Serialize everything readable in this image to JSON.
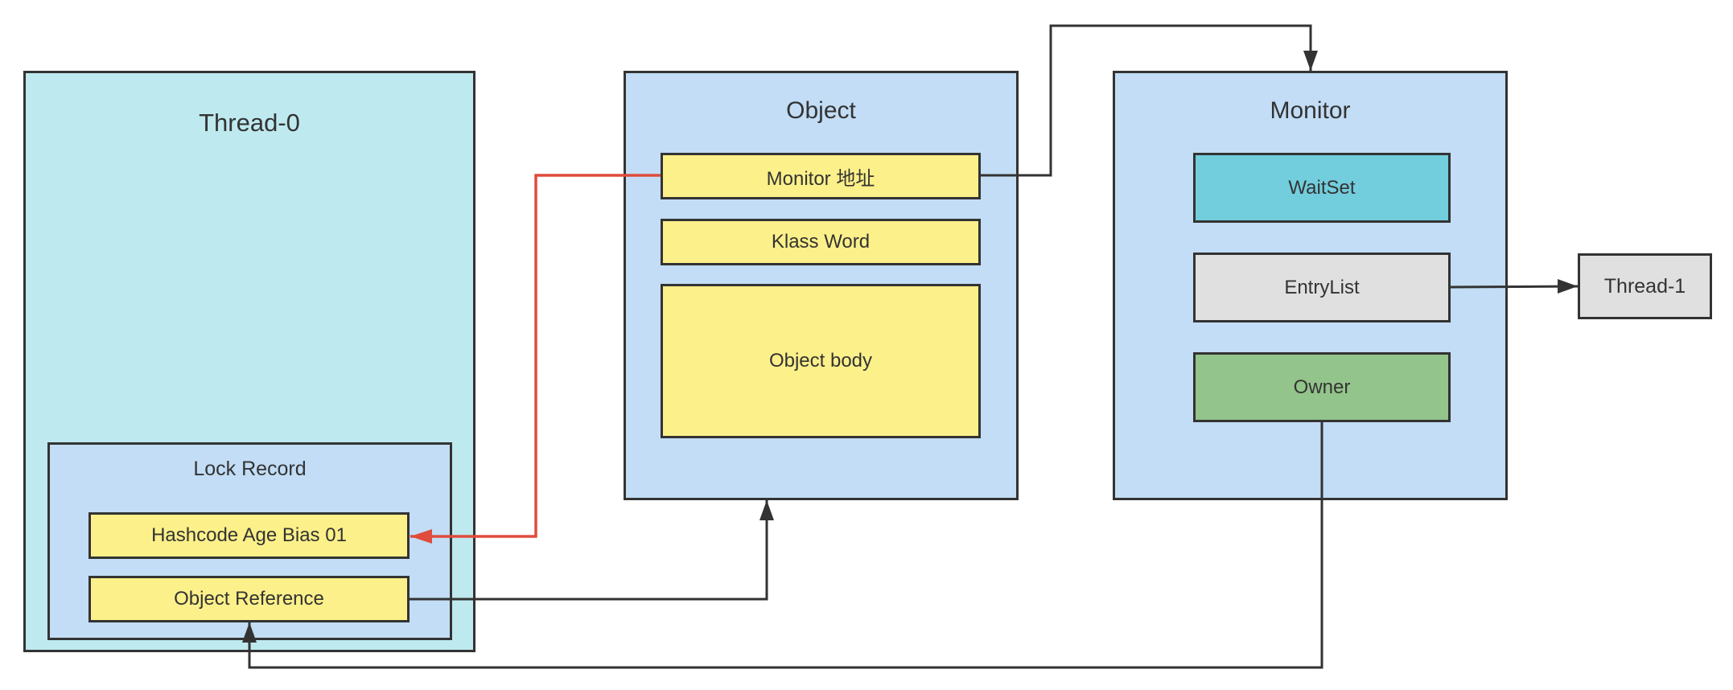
{
  "thread0": {
    "title": "Thread-0"
  },
  "lock_record": {
    "title": "Lock Record",
    "hashcode_label": "Hashcode Age Bias 01",
    "object_reference_label": "Object Reference"
  },
  "object": {
    "title": "Object",
    "monitor_address_label": "Monitor 地址",
    "klass_word_label": "Klass Word",
    "body_label": "Object body"
  },
  "monitor": {
    "title": "Monitor",
    "waitset_label": "WaitSet",
    "entrylist_label": "EntryList",
    "owner_label": "Owner"
  },
  "thread1": {
    "label": "Thread-1"
  },
  "colors": {
    "thread_bg": "#bee9ef",
    "blue_bg": "#c2ddf5",
    "yellow": "#fcf08a",
    "waitset": "#72cddd",
    "gray": "#e0e0e0",
    "owner": "#93c48b",
    "border": "#333333",
    "red_arrow": "#e04b3c"
  }
}
